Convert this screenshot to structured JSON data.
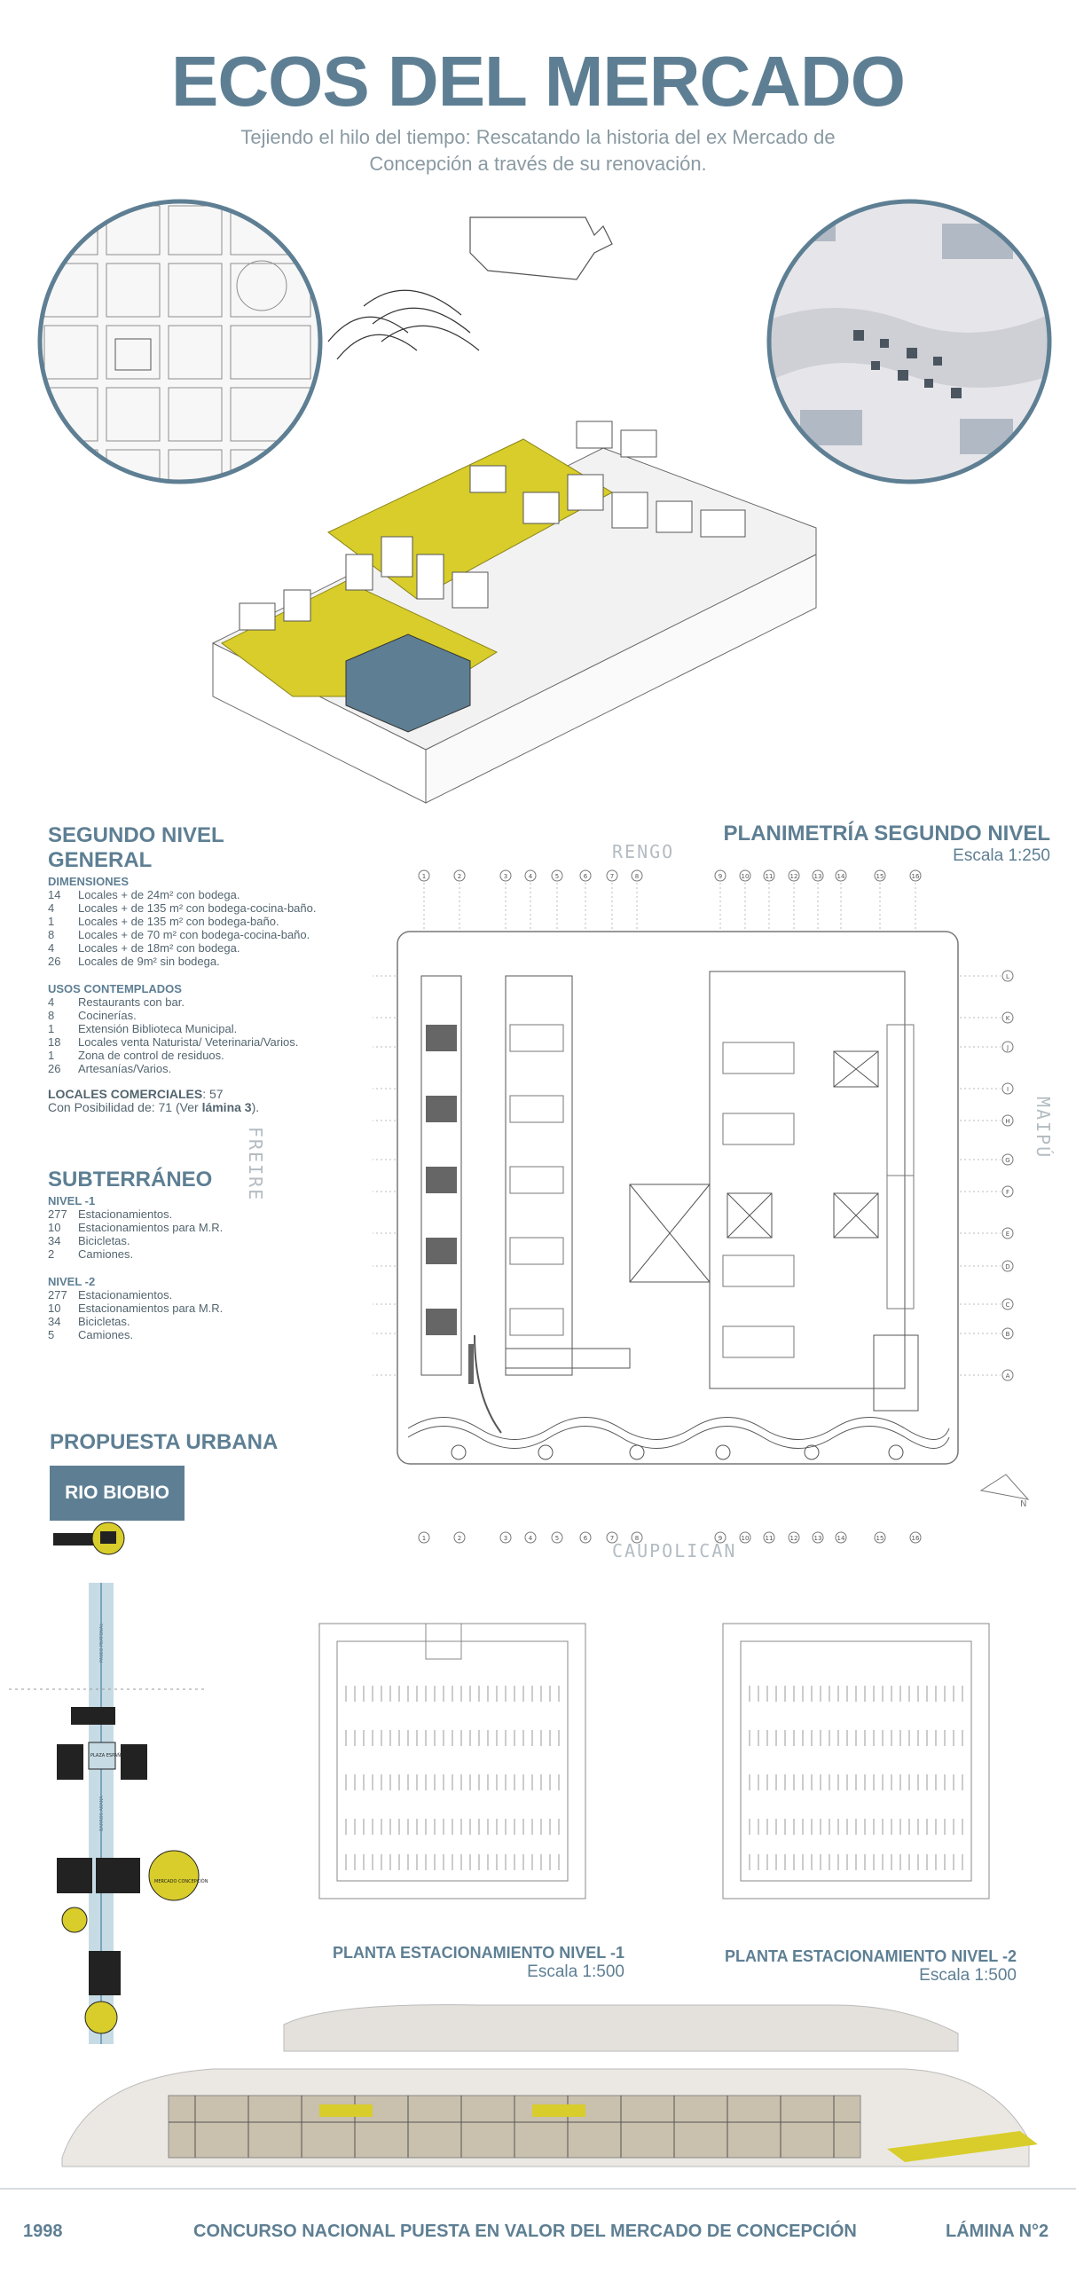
{
  "header": {
    "title": "ECOS DEL MERCADO",
    "subtitle": "Tejiendo el hilo del tiempo: Rescatando la historia del ex Mercado de Concepción a través de su renovación."
  },
  "segundo_nivel": {
    "heading": "SEGUNDO NIVEL GENERAL",
    "dimensiones_title": "DIMENSIONES",
    "dimensiones": [
      {
        "n": "14",
        "text": "Locales + de 24m² con bodega."
      },
      {
        "n": "4",
        "text": "Locales + de 135 m² con bodega-cocina-baño."
      },
      {
        "n": "1",
        "text": "Locales + de 135 m² con bodega-baño."
      },
      {
        "n": "8",
        "text": "Locales + de 70 m² con bodega-cocina-baño."
      },
      {
        "n": "4",
        "text": "Locales + de 18m² con bodega."
      },
      {
        "n": "26",
        "text": "Locales de 9m² sin bodega."
      }
    ],
    "usos_title": "USOS CONTEMPLADOS",
    "usos": [
      {
        "n": "4",
        "text": "Restaurants con bar."
      },
      {
        "n": "8",
        "text": "Cocinerías."
      },
      {
        "n": "1",
        "text": "Extensión Biblioteca Municipal."
      },
      {
        "n": "18",
        "text": "Locales venta Naturista/ Veterinaria/Varios."
      },
      {
        "n": "1",
        "text": "Zona de control de residuos."
      },
      {
        "n": "26",
        "text": "Artesanías/Varios."
      }
    ],
    "locales_label": "LOCALES COMERCIALES",
    "locales_value": ": 57",
    "posibilidad_text": "Con Posibilidad de: 71 (Ver ",
    "posibilidad_bold": "lámina 3",
    "posibilidad_end": ")."
  },
  "subterraneo": {
    "heading": "SUBTERRÁNEO",
    "nivel1_title": "NIVEL -1",
    "nivel1": [
      {
        "n": "277",
        "text": "Estacionamientos."
      },
      {
        "n": "10",
        "text": "Estacionamientos para M.R."
      },
      {
        "n": "34",
        "text": "Bicicletas."
      },
      {
        "n": "2",
        "text": "Camiones."
      }
    ],
    "nivel2_title": "NIVEL -2",
    "nivel2": [
      {
        "n": "277",
        "text": "Estacionamientos."
      },
      {
        "n": "10",
        "text": "Estacionamientos para M.R."
      },
      {
        "n": "34",
        "text": "Bicicletas."
      },
      {
        "n": "5",
        "text": "Camiones."
      }
    ]
  },
  "planimetria": {
    "heading": "PLANIMETRÍA SEGUNDO NIVEL",
    "scale": "Escala 1:250",
    "streets": {
      "north": "RENGO",
      "south": "CAUPOLICÁN",
      "west": "FREIRE",
      "east": "MAIPÚ"
    },
    "col_labels": [
      "1",
      "2",
      "3",
      "4",
      "5",
      "6",
      "7",
      "8",
      "9",
      "10",
      "11",
      "12",
      "13",
      "14",
      "15",
      "16"
    ],
    "row_labels": [
      "L",
      "K",
      "J",
      "I",
      "H",
      "G",
      "F",
      "E",
      "D",
      "C",
      "B",
      "A"
    ]
  },
  "urbana": {
    "heading": "PROPUESTA URBANA",
    "badge": "RIO BIOBIO",
    "labels": {
      "paseo": "PASEO PEATONAL",
      "plaza": "PLAZA ESPAÑA",
      "barros": "BARROS ARANA",
      "mercado": "MERCADO CONCEPCIÓN"
    }
  },
  "estacionamiento": {
    "n1_title": "PLANTA ESTACIONAMIENTO NIVEL -1",
    "n1_scale": "Escala 1:500",
    "n2_title": "PLANTA ESTACIONAMIENTO NIVEL -2",
    "n2_scale": "Escala 1:500"
  },
  "footer": {
    "year": "1998",
    "contest": "CONCURSO NACIONAL PUESTA EN VALOR DEL MERCADO DE CONCEPCIÓN",
    "sheet": "LÁMINA N°2"
  },
  "colors": {
    "accent": "#5e7f93",
    "yellow": "#d8cd2a",
    "line": "#6b6b6b"
  }
}
